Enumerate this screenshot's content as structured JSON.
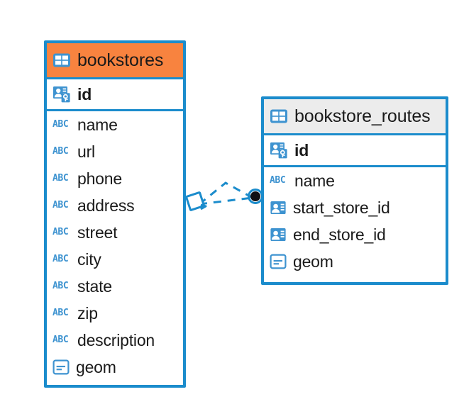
{
  "diagram": {
    "type": "entity-relationship-diagram",
    "background": "#ffffff",
    "accent_blue": "#1B8CCC",
    "accent_orange": "#F8833F",
    "header_gray": "#ECECEC",
    "icon_blue": "#3E93D0",
    "text_color": "#1A1A1A"
  },
  "entities": [
    {
      "id": "bookstores",
      "title": "bookstores",
      "header_icon": "table-icon",
      "header_color": "#F8833F",
      "fields": [
        {
          "name": "id",
          "icon": "primary-key-icon",
          "is_key": true
        },
        {
          "name": "name",
          "icon": "abc-text-icon",
          "icon_label": "ABC"
        },
        {
          "name": "url",
          "icon": "abc-text-icon",
          "icon_label": "ABC"
        },
        {
          "name": "phone",
          "icon": "abc-text-icon",
          "icon_label": "ABC"
        },
        {
          "name": "address",
          "icon": "abc-text-icon",
          "icon_label": "ABC"
        },
        {
          "name": "street",
          "icon": "abc-text-icon",
          "icon_label": "ABC"
        },
        {
          "name": "city",
          "icon": "abc-text-icon",
          "icon_label": "ABC"
        },
        {
          "name": "state",
          "icon": "abc-text-icon",
          "icon_label": "ABC"
        },
        {
          "name": "zip",
          "icon": "abc-text-icon",
          "icon_label": "ABC"
        },
        {
          "name": "description",
          "icon": "abc-text-icon",
          "icon_label": "ABC"
        },
        {
          "name": "geom",
          "icon": "geometry-icon"
        }
      ]
    },
    {
      "id": "bookstore_routes",
      "title": "bookstore_routes",
      "header_icon": "table-icon",
      "header_color": "#ECECEC",
      "fields": [
        {
          "name": "id",
          "icon": "primary-key-icon",
          "is_key": true
        },
        {
          "name": "name",
          "icon": "abc-text-icon",
          "icon_label": "ABC"
        },
        {
          "name": "start_store_id",
          "icon": "foreign-key-icon"
        },
        {
          "name": "end_store_id",
          "icon": "foreign-key-icon"
        },
        {
          "name": "geom",
          "icon": "geometry-icon"
        }
      ]
    }
  ],
  "relationship": {
    "from_entity": "bookstores",
    "to_entity": "bookstore_routes",
    "line_style": "dashed",
    "line_color": "#1B8CCC",
    "source_marker": "diamond-marker",
    "target_marker": "filled-circle-marker"
  }
}
